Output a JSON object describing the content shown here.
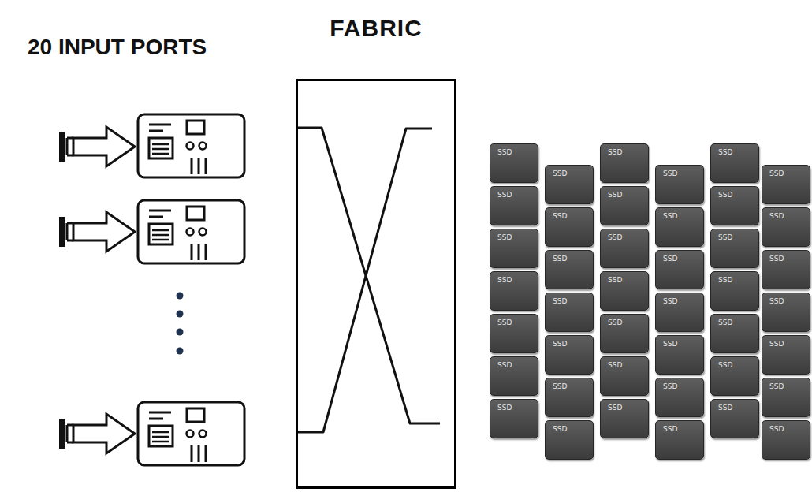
{
  "diagram": {
    "nodes": [
      {
        "text": [
          "FABRIC"
        ]
      },
      {
        "text": [
          "SSD"
        ]
      },
      {
        "text": [
          "SSD"
        ]
      },
      {
        "text": [
          "SSD"
        ]
      },
      {
        "text": [
          "SSD"
        ]
      },
      {
        "text": [
          "SSD"
        ]
      },
      {
        "text": [
          "SSD"
        ]
      },
      {
        "text": [
          "SSD"
        ]
      },
      {
        "text": [
          "SSD"
        ]
      },
      {
        "text": [
          "SSD"
        ]
      },
      {
        "text": [
          "SSD"
        ]
      },
      {
        "text": [
          "SSD"
        ]
      },
      {
        "text": [
          "SSD"
        ]
      },
      {
        "text": [
          "SSD"
        ]
      },
      {
        "text": [
          "SSD"
        ]
      },
      {
        "text": [
          "SSD"
        ]
      },
      {
        "text": [
          "SSD"
        ]
      },
      {
        "text": [
          "SSD"
        ]
      },
      {
        "text": [
          "SSD"
        ]
      },
      {
        "text": [
          "SSD"
        ]
      },
      {
        "text": [
          "SSD"
        ]
      },
      {
        "text": [
          "SSD"
        ]
      },
      {
        "text": [
          "SSD"
        ]
      },
      {
        "text": [
          "SSD"
        ]
      },
      {
        "text": [
          "SSD"
        ]
      },
      {
        "text": [
          "SSD"
        ]
      },
      {
        "text": [
          "SSD"
        ]
      },
      {
        "text": [
          "SSD"
        ]
      },
      {
        "text": [
          "SSD"
        ]
      },
      {
        "text": [
          "SSD"
        ]
      },
      {
        "text": [
          "SSD"
        ]
      },
      {
        "text": [
          "SSD"
        ]
      },
      {
        "text": [
          "SSD"
        ]
      },
      {
        "text": [
          "SSD"
        ]
      },
      {
        "text": [
          "SSD"
        ]
      },
      {
        "text": [
          "SSD"
        ]
      },
      {
        "text": [
          "SSD"
        ]
      },
      {
        "text": [
          "SSD"
        ]
      },
      {
        "text": [
          "SSD"
        ]
      },
      {
        "text": [
          "SSD"
        ]
      },
      {
        "text": [
          "SSD"
        ]
      },
      {
        "text": [
          "SSD"
        ]
      },
      {
        "text": [
          "SSD"
        ]
      }
    ],
    "labels": [
      "20 INPUT PORTS"
    ]
  }
}
